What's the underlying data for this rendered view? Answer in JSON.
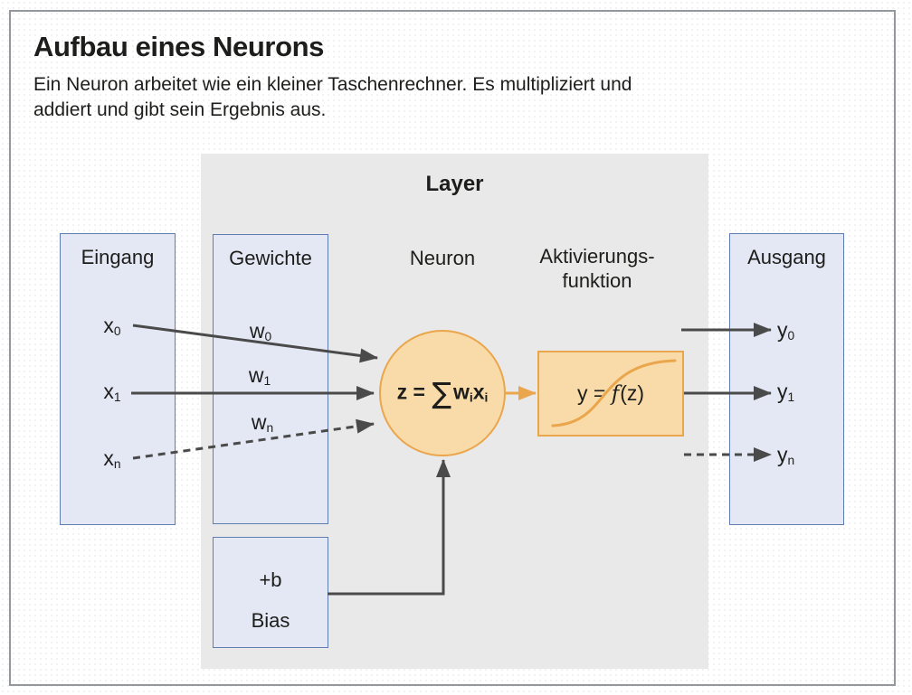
{
  "header": {
    "title": "Aufbau eines Neurons",
    "subtitle_line1": "Ein Neuron arbeitet wie ein kleiner Taschenrechner. Es multipliziert und",
    "subtitle_line2": "addiert und gibt sein Ergebnis aus."
  },
  "diagram": {
    "layer_label": "Layer",
    "columns": {
      "input_label": "Eingang",
      "weights_label": "Gewichte",
      "neuron_label": "Neuron",
      "activation_label_line1": "Aktivierungs-",
      "activation_label_line2": "funktion",
      "output_label": "Ausgang"
    },
    "inputs": [
      {
        "base": "x",
        "sub": "0"
      },
      {
        "base": "x",
        "sub": "1"
      },
      {
        "base": "x",
        "sub": "n"
      }
    ],
    "weights": [
      {
        "base": "w",
        "sub": "0"
      },
      {
        "base": "w",
        "sub": "1"
      },
      {
        "base": "w",
        "sub": "n"
      }
    ],
    "outputs": [
      {
        "base": "y",
        "sub": "0"
      },
      {
        "base": "y",
        "sub": "1"
      },
      {
        "base": "y",
        "sub": "n"
      }
    ],
    "bias": {
      "value_label": "+b",
      "name_label": "Bias"
    },
    "neuron_formula": {
      "prefix": "z = ",
      "sigma": "∑",
      "w_base": "w",
      "w_sub": "i",
      "x_base": "x",
      "x_sub": "i"
    },
    "activation_formula": {
      "prefix": "y = ",
      "func": "f",
      "suffix": "(z)"
    }
  },
  "colors": {
    "accent_orange": "#EAA64C",
    "orange_fill": "#F8DBA8",
    "blue_border": "#5F7DB1",
    "blue_fill": "#E4E8F4",
    "layer_bg": "#E9E9E9",
    "arrow_dark": "#4A4A4A",
    "text_dark": "#1D1D1B",
    "frame_border": "#94979B"
  }
}
